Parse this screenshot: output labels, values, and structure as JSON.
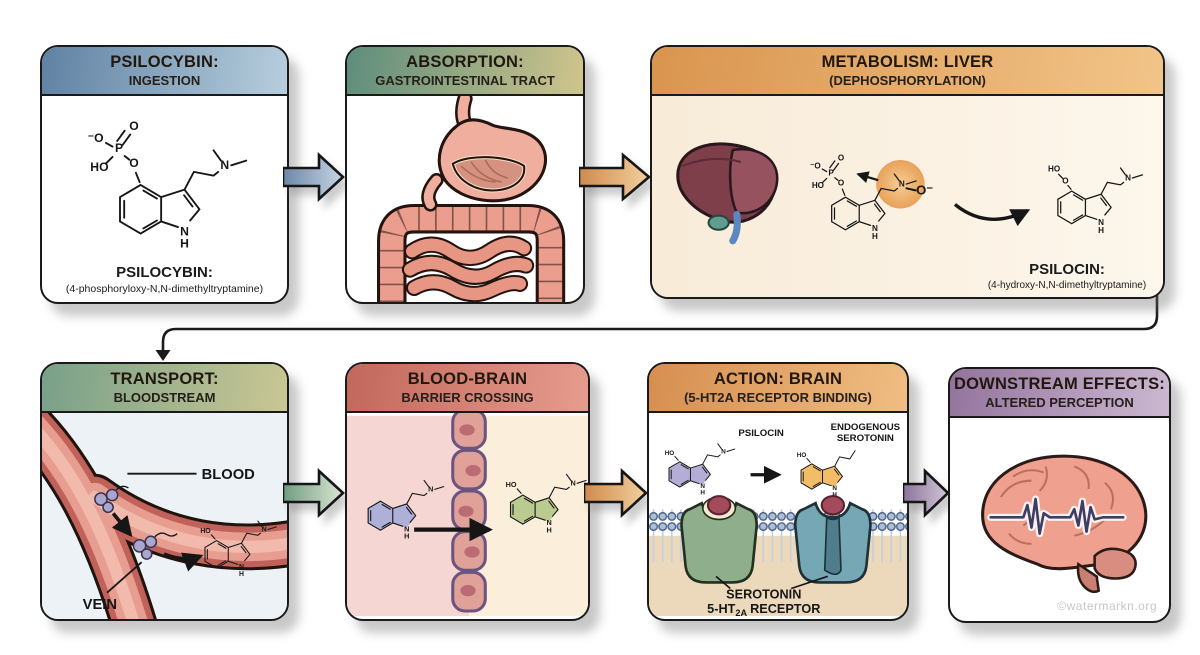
{
  "panels": {
    "ingestion": {
      "title": "PSILOCYBIN:",
      "subtitle": "INGESTION",
      "caption": "PSILOCYBIN:",
      "caption_detail": "(4-phosphoryloxy-N,N-dimethyltryptamine)"
    },
    "absorption": {
      "title": "ABSORPTION:",
      "subtitle": "GASTROINTESTINAL TRACT"
    },
    "metabolism": {
      "title": "METABOLISM: LIVER",
      "subtitle": "(DEPHOSPHORYLATION)",
      "caption": "PSILOCIN:",
      "caption_detail": "(4-hydroxy-N,N-dimethyltryptamine)"
    },
    "transport": {
      "title": "TRANSPORT:",
      "subtitle": "BLOODSTREAM",
      "blood_label": "BLOOD",
      "vein_label": "VEIN"
    },
    "barrier": {
      "title": "BLOOD-BRAIN",
      "subtitle": "BARRIER CROSSING"
    },
    "action": {
      "title": "ACTION: BRAIN",
      "subtitle": "(5-HT2A RECEPTOR BINDING)",
      "psilocin_label": "PSILOCIN",
      "endogenous_label_1": "ENDOGENOUS",
      "endogenous_label_2": "SEROTONIN",
      "receptor_caption_1": "SEROTONIN",
      "receptor_prefix": "5-HT",
      "receptor_subscript": "2A",
      "receptor_suffix": "RECEPTOR"
    },
    "effects": {
      "title": "DOWNSTREAM EFFECTS:",
      "subtitle": "ALTERED PERCEPTION",
      "watermark": "©watermarkn.org"
    }
  },
  "chem": {
    "o": "O",
    "p": "P",
    "o_minus": "O⁻",
    "neg_o": "⁻O",
    "ho": "HO",
    "n": "N",
    "h": "H"
  },
  "colors": {
    "header_ingestion": [
      "#5f81a3",
      "#b7cedd"
    ],
    "header_absorption": [
      "#5d8d7c",
      "#d0c58c"
    ],
    "header_metabolism": [
      "#d9954f",
      "#f2c488"
    ],
    "header_transport": [
      "#78a089",
      "#cac793"
    ],
    "header_barrier": [
      "#c2675b",
      "#e69c8d"
    ],
    "header_action": [
      "#d68e50",
      "#f0bd82"
    ],
    "header_effects": [
      "#93739d",
      "#ccb8d1"
    ],
    "arrow_blue": [
      "#6c87a8",
      "#c6d5e3"
    ],
    "arrow_orange": [
      "#d08a4e",
      "#f2cf9e"
    ],
    "arrow_green": [
      "#6f9c80",
      "#dbe6d2"
    ],
    "arrow_purple": [
      "#8b7399",
      "#d2c6d9"
    ],
    "liver": "#7e3f4b",
    "vessel": "#c0625a",
    "barrier_cell": "#dfa198",
    "receptor_green": "#8fae8b",
    "receptor_teal": "#76a7b4",
    "molecule_lavender": "#b4aed6",
    "molecule_green": "#b9cb8e",
    "molecule_orange": "#f3bd68",
    "brain": "#efa08f",
    "highlight_circle": "#edaa60"
  }
}
